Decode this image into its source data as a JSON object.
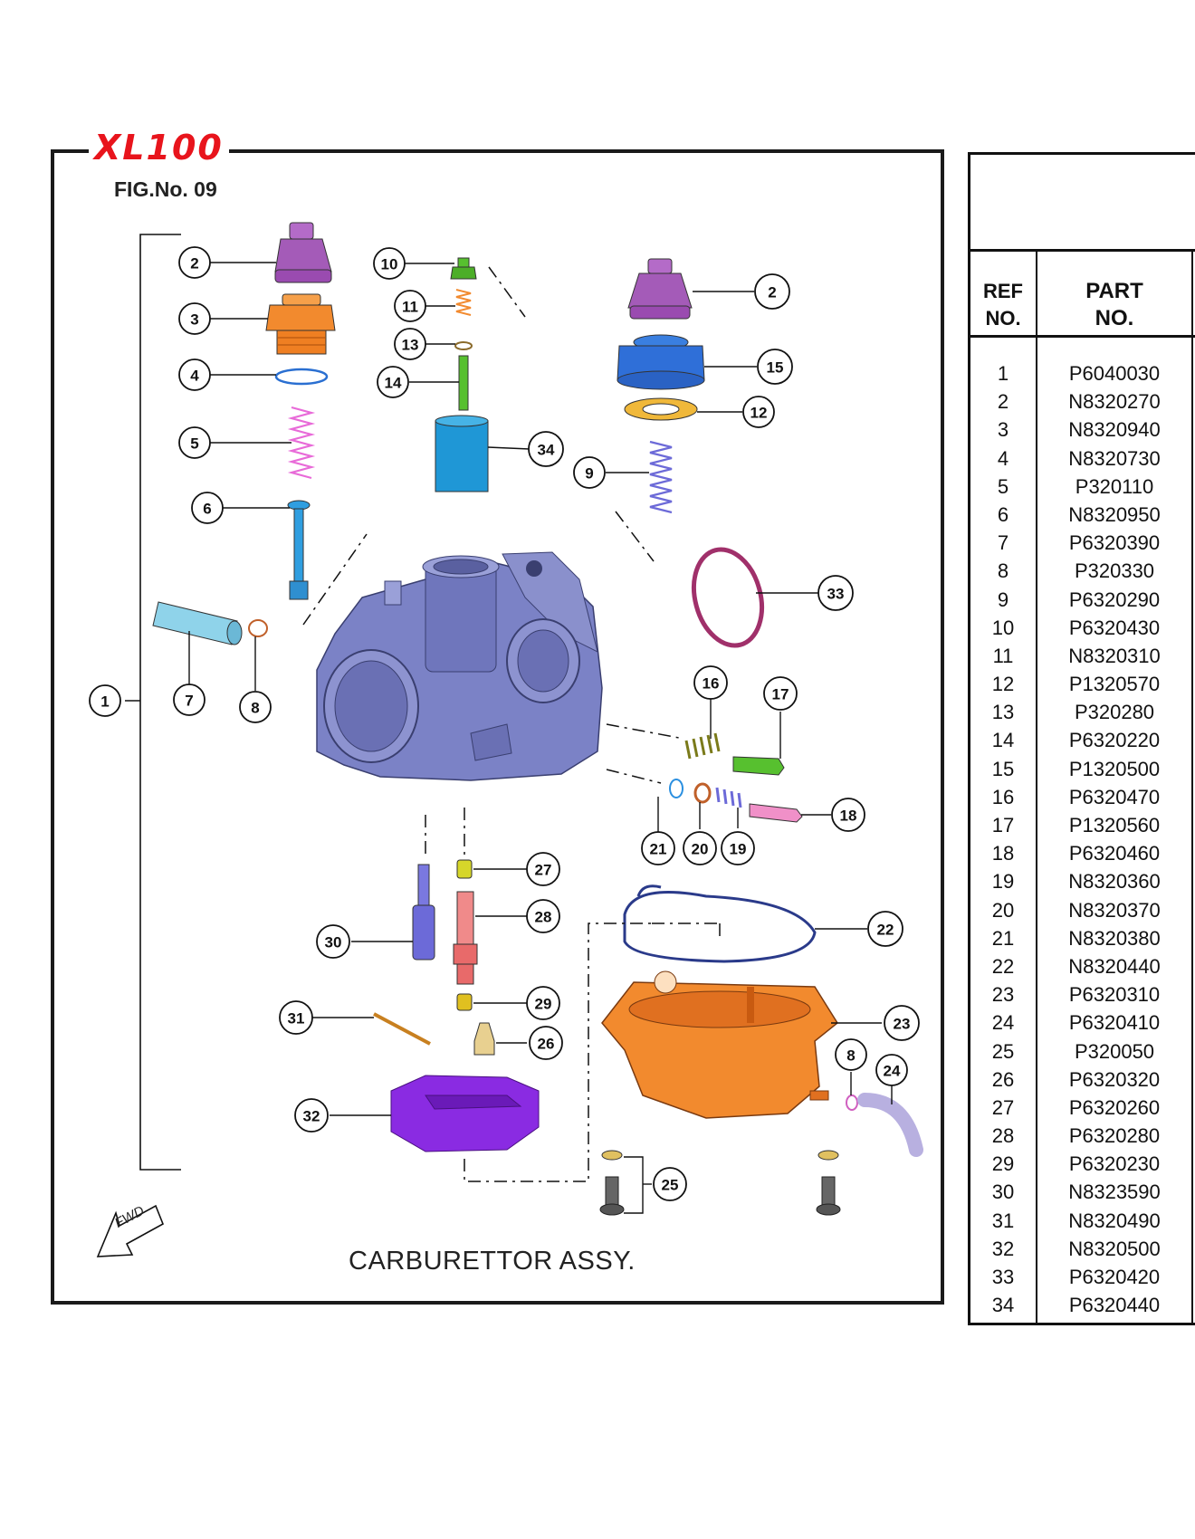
{
  "header": {
    "brand": "XL100",
    "figure_number": "FIG.No. 09",
    "assembly_title": "CARBURETTOR ASSY.",
    "fwd_label": "FWD"
  },
  "colors": {
    "brand_red": "#e8141c",
    "frame": "#1a1a1a",
    "body_blue": "#7b82c6",
    "purple_cap": "#a45bb8",
    "orange": "#f28a2e",
    "blue_cap": "#2f6fd8",
    "green": "#57c02f",
    "pink_spring": "#e86ad8",
    "blue_spring": "#6c6ad8",
    "light_blue": "#8fd3ea",
    "maroon_ring": "#a0306a",
    "violet_float": "#8a2be2"
  },
  "callouts": [
    "1",
    "2",
    "3",
    "4",
    "5",
    "6",
    "7",
    "8",
    "10",
    "11",
    "13",
    "14",
    "34",
    "9",
    "2",
    "15",
    "12",
    "33",
    "16",
    "17",
    "18",
    "21",
    "20",
    "19",
    "27",
    "28",
    "30",
    "22",
    "23",
    "29",
    "31",
    "26",
    "8",
    "24",
    "32",
    "25"
  ],
  "table": {
    "header_ref": [
      "REF",
      "NO."
    ],
    "header_part": [
      "PART",
      "NO."
    ],
    "rows": [
      {
        "ref": "1",
        "part": "P6040030"
      },
      {
        "ref": "2",
        "part": "N8320270"
      },
      {
        "ref": "3",
        "part": "N8320940"
      },
      {
        "ref": "4",
        "part": "N8320730"
      },
      {
        "ref": "5",
        "part": "P320110"
      },
      {
        "ref": "6",
        "part": "N8320950"
      },
      {
        "ref": "7",
        "part": "P6320390"
      },
      {
        "ref": "8",
        "part": "P320330"
      },
      {
        "ref": "9",
        "part": "P6320290"
      },
      {
        "ref": "10",
        "part": "P6320430"
      },
      {
        "ref": "11",
        "part": "N8320310"
      },
      {
        "ref": "12",
        "part": "P1320570"
      },
      {
        "ref": "13",
        "part": "P320280"
      },
      {
        "ref": "14",
        "part": "P6320220"
      },
      {
        "ref": "15",
        "part": "P1320500"
      },
      {
        "ref": "16",
        "part": "P6320470"
      },
      {
        "ref": "17",
        "part": "P1320560"
      },
      {
        "ref": "18",
        "part": "P6320460"
      },
      {
        "ref": "19",
        "part": "N8320360"
      },
      {
        "ref": "20",
        "part": "N8320370"
      },
      {
        "ref": "21",
        "part": "N8320380"
      },
      {
        "ref": "22",
        "part": "N8320440"
      },
      {
        "ref": "23",
        "part": "P6320310"
      },
      {
        "ref": "24",
        "part": "P6320410"
      },
      {
        "ref": "25",
        "part": "P320050"
      },
      {
        "ref": "26",
        "part": "P6320320"
      },
      {
        "ref": "27",
        "part": "P6320260"
      },
      {
        "ref": "28",
        "part": "P6320280"
      },
      {
        "ref": "29",
        "part": "P6320230"
      },
      {
        "ref": "30",
        "part": "N8323590"
      },
      {
        "ref": "31",
        "part": "N8320490"
      },
      {
        "ref": "32",
        "part": "N8320500"
      },
      {
        "ref": "33",
        "part": "P6320420"
      },
      {
        "ref": "34",
        "part": "P6320440"
      }
    ]
  }
}
